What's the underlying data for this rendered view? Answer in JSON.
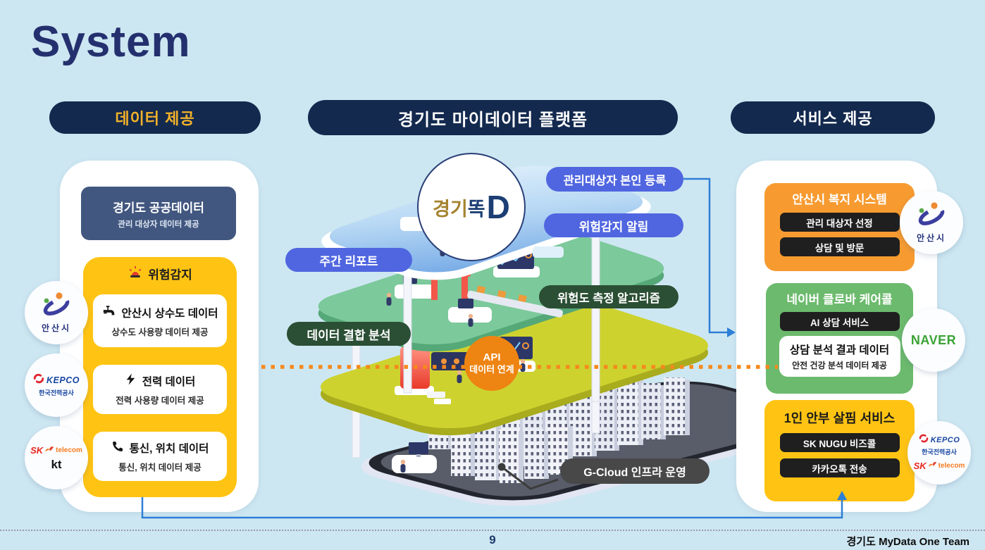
{
  "slide": {
    "title": "System",
    "page_number": "9",
    "footer_credit": "경기도 MyData One Team"
  },
  "left": {
    "header": "데이터 제공",
    "public_card": {
      "title": "경기도 공공데이터",
      "subtitle": "관리 대상자 데이터 제공"
    },
    "danger": {
      "label": "위험감지",
      "items": [
        {
          "icon": "faucet-icon",
          "title": "안산시 상수도 데이터",
          "subtitle": "상수도 사용량 데이터 제공"
        },
        {
          "icon": "bolt-icon",
          "title": "전력 데이터",
          "subtitle": "전력 사용량 데이터 제공"
        },
        {
          "icon": "phone-icon",
          "title": "통신, 위치 데이터",
          "subtitle": "통신, 위치 데이터 제공"
        }
      ]
    },
    "logos": {
      "ansan": {
        "name": "안산시"
      },
      "kepco": {
        "name": "KEPCO",
        "subname": "한국전력공사"
      },
      "sk_kt": {
        "sk": "SK",
        "telecom": "telecom",
        "kt": "kt"
      }
    }
  },
  "center": {
    "header": "경기도 마이데이터 플랫폼",
    "app_logo": {
      "part_gold": "경기",
      "part_navy": "똑",
      "letter": "D"
    },
    "pills": {
      "register": "관리대상자 본인 등록",
      "alert": "위험감지 알림",
      "weekly": "주간 리포트",
      "risk_algo": "위험도 측정 알고리즘",
      "data_join": "데이터 결합 분석"
    },
    "api": {
      "line1": "API",
      "line2": "데이터 연계"
    },
    "gcloud": "G-Cloud 인프라 운영"
  },
  "right": {
    "header": "서비스 제공",
    "welfare_card": {
      "title": "안산시 복지 시스템",
      "pills": [
        "관리 대상자 선정",
        "상담 및 방문"
      ]
    },
    "carecall_card": {
      "title": "네이버 클로바 케어콜",
      "pills": [
        "AI 상담 서비스"
      ],
      "detail": {
        "title": "상담 분석 결과 데이터",
        "subtitle": "안전 건강 분석 데이터 제공"
      }
    },
    "safety_card": {
      "title": "1인 안부 살핌 서비스",
      "pills": [
        "SK NUGU 비즈콜",
        "카카오톡 전송"
      ]
    },
    "logos": {
      "ansan": {
        "name": "안산시"
      },
      "naver": {
        "name": "NAVER"
      },
      "kepco_sk": {
        "kepco": "KEPCO",
        "kepco_sub": "한국전력공사",
        "sk": "SK",
        "telecom": "telecom"
      }
    }
  },
  "colors": {
    "background": "#cde7f2",
    "header_navy": "#13294e",
    "header_gold_text": "#f3b229",
    "title_navy": "#24306e",
    "accent_yellow": "#ffc413",
    "accent_orange_card": "#f79b31",
    "accent_green_card": "#6cba6d",
    "pill_blue": "#5066e0",
    "pill_dark_green": "#2b4f34",
    "api_orange": "#ee8411",
    "connector_blue": "#2e7fd6",
    "dotted_orange": "#f5891d",
    "naver_green": "#3aa335"
  }
}
